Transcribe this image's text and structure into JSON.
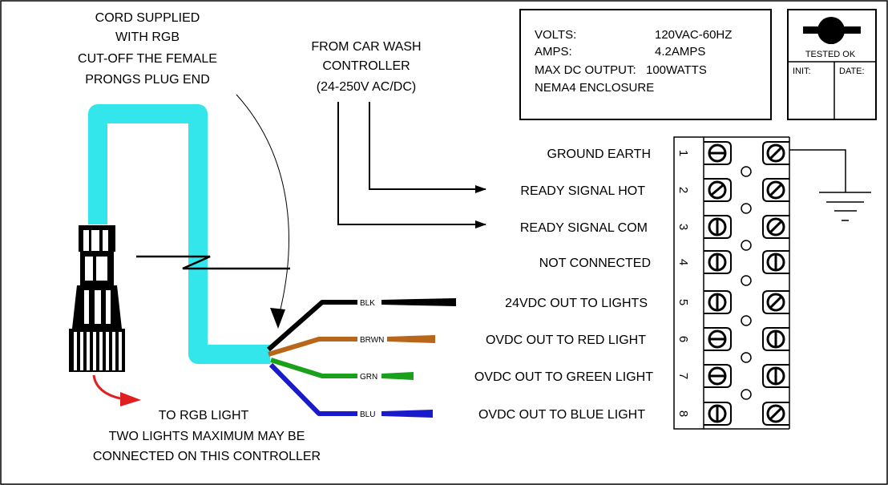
{
  "cord_note": [
    "CORD SUPPLIED",
    "WITH RGB",
    "CUT-OFF THE FEMALE",
    "PRONGS PLUG END"
  ],
  "controller_note": [
    "FROM  CAR WASH",
    "CONTROLLER",
    "(24-250V AC/DC)"
  ],
  "specs": [
    {
      "label": "VOLTS:",
      "value": "120VAC-60HZ"
    },
    {
      "label": "AMPS:",
      "value": "4.2AMPS"
    },
    {
      "label": "MAX DC OUTPUT:",
      "value": "100WATTS"
    }
  ],
  "enclosure": "NEMA4 ENCLOSURE",
  "tested": {
    "label": "TESTED OK",
    "init": "INIT:",
    "date": "DATE:"
  },
  "terminal_labels": [
    "GROUND EARTH",
    "READY SIGNAL HOT",
    "READY SIGNAL COM",
    "NOT CONNECTED",
    "24VDC OUT TO LIGHTS",
    "OVDC OUT TO RED LIGHT",
    "OVDC OUT TO GREEN LIGHT",
    "OVDC OUT TO BLUE LIGHT"
  ],
  "terminal_numbers": [
    "1",
    "2",
    "3",
    "4",
    "5",
    "6",
    "7",
    "8"
  ],
  "wires": [
    {
      "tag": "BLK",
      "color": "#000000"
    },
    {
      "tag": "BRWN",
      "color": "#b8661a"
    },
    {
      "tag": "GRN",
      "color": "#1aa01a"
    },
    {
      "tag": "BLU",
      "color": "#1a1acd"
    }
  ],
  "cord_color": "#33e6ec",
  "arrow_color": "#e02020",
  "light_note": [
    "TO RGB LIGHT",
    "TWO LIGHTS MAXIMUM MAY BE",
    "CONNECTED ON THIS CONTROLLER"
  ]
}
